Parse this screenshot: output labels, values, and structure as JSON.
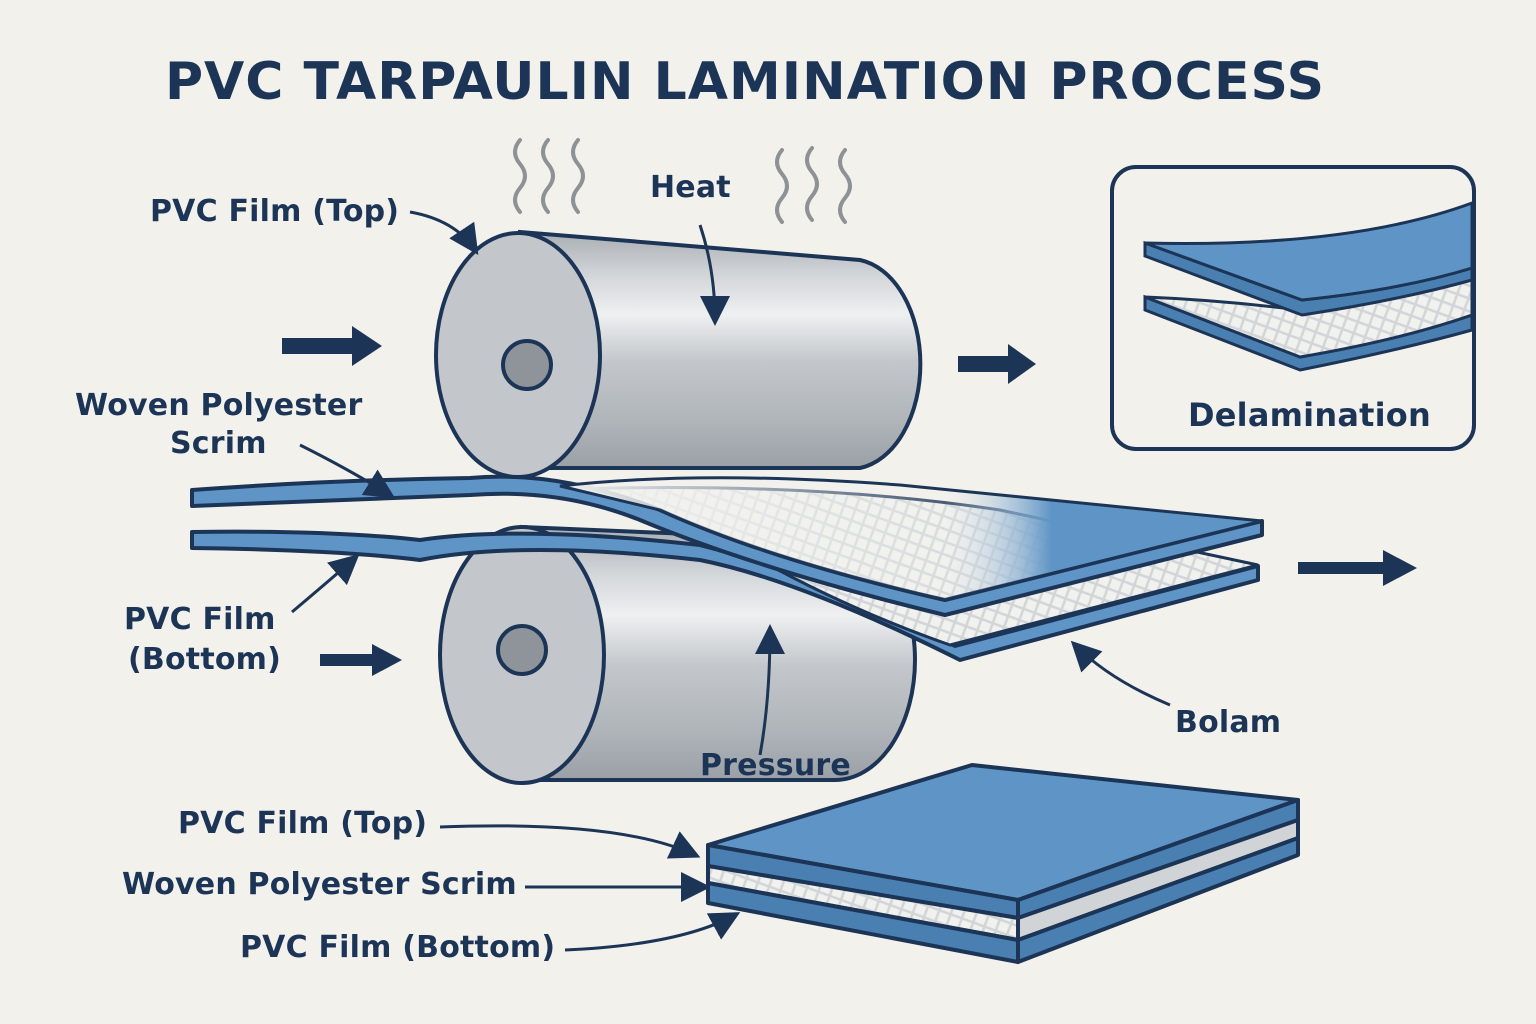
{
  "title": "PVC TARPAULIN LAMINATION PROCESS",
  "labels": {
    "pvc_film_top": "PVC Film (Top)",
    "heat": "Heat",
    "woven_scrim_line1": "Woven Polyester",
    "woven_scrim_line2": "Scrim",
    "pvc_film_bottom_line1": "PVC Film",
    "pvc_film_bottom_line2": "(Bottom)",
    "pressure": "Pressure",
    "bolam": "Bolam",
    "delamination": "Delamination"
  },
  "legend": {
    "layer_top": "PVC Film (Top)",
    "layer_middle": "Woven Polyester Scrim",
    "layer_bottom": "PVC Film (Bottom)"
  },
  "colors": {
    "background": "#f3f1ec",
    "navy": "#1c3556",
    "pvc_blue": "#5f95c6",
    "pvc_blue_dark": "#4a7fb2",
    "roller_gray": "#b9bdc2",
    "scrim_white": "#eeeeea"
  }
}
